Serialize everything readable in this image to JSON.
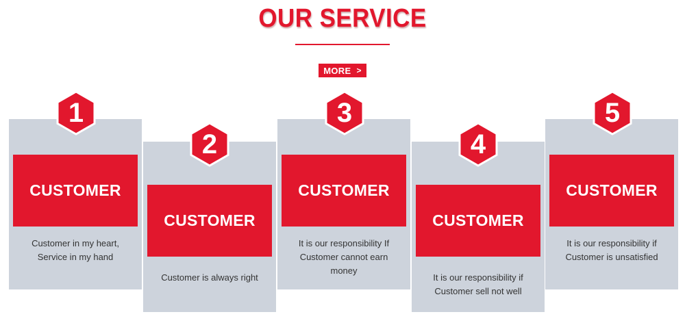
{
  "header": {
    "title": "OUR SERVICE",
    "more_label": "MORE",
    "more_chevron": ">"
  },
  "theme": {
    "accent": "#e2172d",
    "card_bg": "#cdd3dc",
    "text": "#333333"
  },
  "cards": [
    {
      "number": "1",
      "heading": "CUSTOMER",
      "lines": [
        "Customer in my heart,",
        "Service in my hand"
      ]
    },
    {
      "number": "2",
      "heading": "CUSTOMER",
      "lines": [
        "Customer is always right"
      ]
    },
    {
      "number": "3",
      "heading": "CUSTOMER",
      "lines": [
        "It is our responsibility If",
        "Customer cannot earn",
        "money"
      ]
    },
    {
      "number": "4",
      "heading": "CUSTOMER",
      "lines": [
        "It is our responsibility if",
        "Customer sell not well"
      ]
    },
    {
      "number": "5",
      "heading": "CUSTOMER",
      "lines": [
        "It is our responsibility if",
        "Customer is unsatisfied"
      ]
    }
  ]
}
